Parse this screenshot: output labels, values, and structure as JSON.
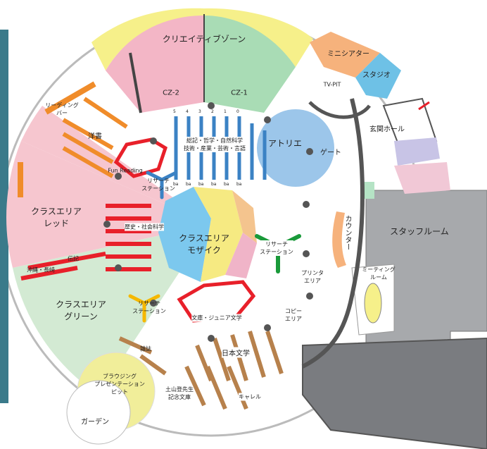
{
  "labels": {
    "creative_zone": "クリエイティブゾーン",
    "cz2": "CZ-2",
    "cz1": "CZ-1",
    "mini_theater": "ミニシアター",
    "studio": "スタジオ",
    "tv_pit": "TV-PIT",
    "entrance_hall": "玄関ホール",
    "gate": "ゲート",
    "atelier": "アトリエ",
    "reading_bar": "リーディング\nバー",
    "western_books": "洋書",
    "fun_reading": "Fun Reading",
    "research_station_1": "リサーチ\nステーション",
    "class_red": "クラスエリア\nレッド",
    "history_social": "歴史・社会科学",
    "class_mosaic": "クラスエリア\nモザイク",
    "research_station_2": "リサーチ\nステーション",
    "counter": "カウンター",
    "staff_room": "スタッフルーム",
    "biography": "伝記",
    "okinawa": "沖縄・長崎",
    "printer_area": "プリンタ\nエリア",
    "meeting_room": "ミーティング\nルーム",
    "class_green": "クラスエリア\nグリーン",
    "research_station_3": "リサーチ\nステーション",
    "bunko_junior": "文庫・ジュニア文学",
    "copy_area": "コピー\nエリア",
    "magazines": "雑誌",
    "japanese_lit": "日本文学",
    "browsing_pit": "ブラウジング\nプレゼンテーション\nピット",
    "tsuchiyama": "土山登先生\n記念文庫",
    "carrel": "キャレル",
    "garden": "ガーデン",
    "general_philosophy": "総記・哲学・自然科学\n技術・産業・芸術・言語",
    "shelf_numbers": [
      "5",
      "4",
      "3",
      "2",
      "1",
      "0"
    ],
    "shelf_bottom": [
      "ba",
      "ba",
      "ba",
      "ba",
      "ba",
      "ba"
    ]
  },
  "colors": {
    "creative_pink": "#f3b6c6",
    "creative_green": "#a9dcb5",
    "creative_yellow": "#f6f08a",
    "red_area": "#f6c6cf",
    "green_area": "#cfe8cf",
    "mosaic_blue": "#7cc8ee",
    "mosaic_yellow": "#f6ea82",
    "mosaic_orange": "#f4c48e",
    "mosaic_pink": "#f0b4c8",
    "atelier_blue": "#9cc6ea",
    "mini_theater_orange": "#f6b27c",
    "studio_blue": "#6ec1e6",
    "staff_gray": "#a7a9ac",
    "shelf_red": "#e8202a",
    "shelf_blue": "#3b82c4",
    "shelf_orange": "#f08c2a",
    "shelf_brown": "#b7814c",
    "station_green": "#1a9a3a",
    "station_yellow": "#f5b800",
    "pit_yellow": "#f1ee9a",
    "wall_gray": "#555555"
  }
}
